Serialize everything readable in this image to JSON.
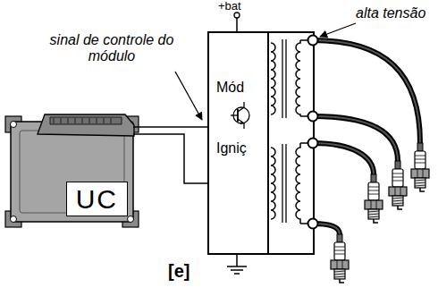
{
  "diagram": {
    "caption": "[e]",
    "nodes": [
      {
        "text": [
          "UC"
        ]
      },
      {
        "text": [
          "Mód",
          "Igniç"
        ]
      }
    ],
    "edges": [
      {
        "from": 0,
        "to": 1,
        "arrow": "none"
      },
      {
        "from": 0,
        "to": 1,
        "arrow": "none"
      }
    ],
    "labels": [
      "+bat",
      "sinal de controle do módulo",
      "alta tensão"
    ]
  }
}
